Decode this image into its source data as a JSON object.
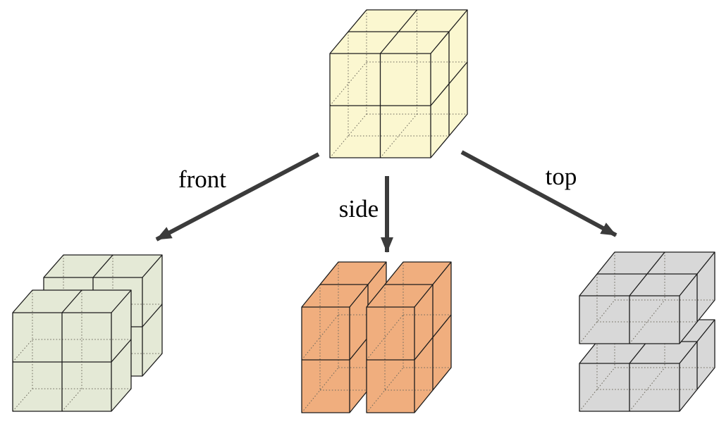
{
  "labels": {
    "front": "front",
    "side": "side",
    "top": "top"
  },
  "colors": {
    "original_cube": "#FBF7D0",
    "front_view_cube": "#E4E9D6",
    "side_view_cube": "#F0AE7E",
    "top_view_cube": "#D8D8D8",
    "edge": "#1c1c1c",
    "hidden_edge": "#6e6a5e",
    "arrow": "#3b3b3b",
    "label_text": "#000000",
    "background": "#ffffff"
  }
}
